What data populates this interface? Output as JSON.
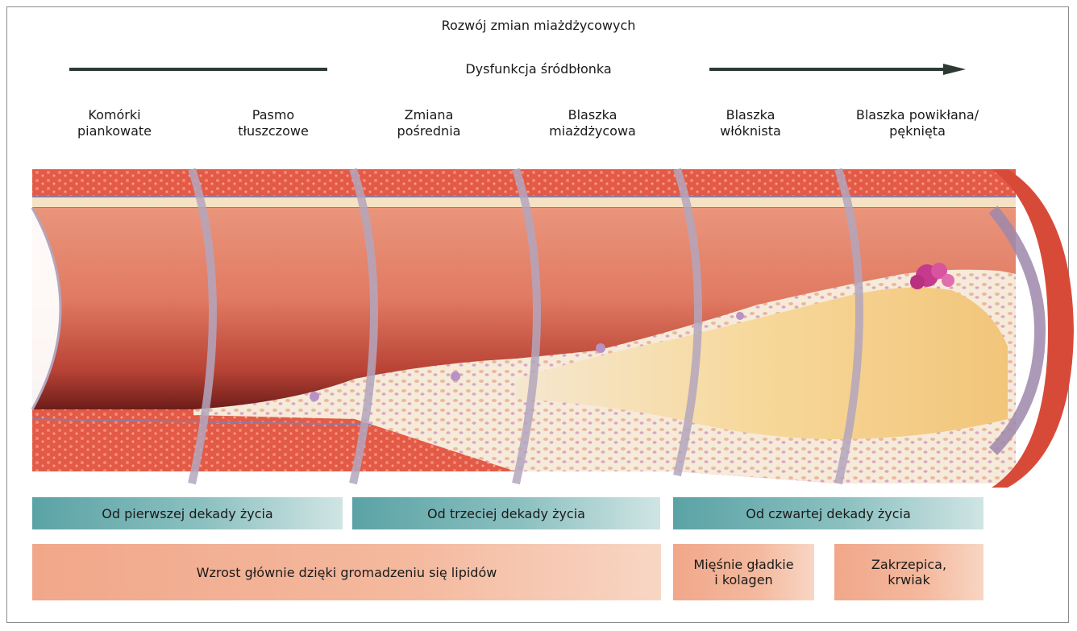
{
  "diagram": {
    "title": "Rozwój zmian miażdżycowych",
    "subtitle": "Dysfunkcja śródbłonka",
    "stages": [
      "Komórki\npiankowate",
      "Pasmo\ntłuszczowe",
      "Zmiana\npośrednia",
      "Blaszka\nmiażdżycowa",
      "Blaszka\nwłóknista",
      "Blaszka powikłana/\npęknięta"
    ],
    "onset_bars": [
      "Od pierwszej dekady życia",
      "Od trzeciej dekady życia",
      "Od czwartej dekady życia"
    ],
    "growth_bars": [
      "Wzrost głównie dzięki gromadzeniu się lipidów",
      "Mięśnie gładkie\ni kolagen",
      "Zakrzepica,\nkrwiak"
    ]
  },
  "colors": {
    "teal": "#5aa3a5",
    "salmon": "#f1a78a",
    "artery_red": "#d6543f",
    "lumen": "#e8826a",
    "plaque": "#f6d58a",
    "arrow": "#2c3a33"
  }
}
